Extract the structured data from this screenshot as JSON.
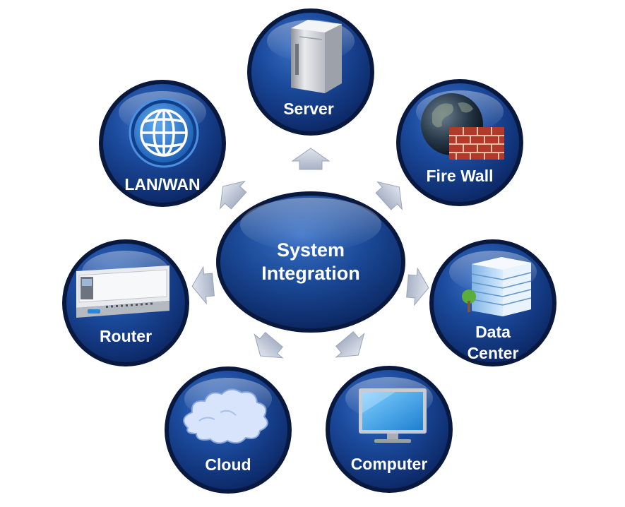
{
  "center": {
    "line1": "System",
    "line2": "Integration"
  },
  "nodes": {
    "server": {
      "label": "Server"
    },
    "firewall": {
      "label": "Fire Wall"
    },
    "datacenter": {
      "line1": "Data",
      "line2": "Center"
    },
    "computer": {
      "label": "Computer"
    },
    "cloud": {
      "label": "Cloud"
    },
    "router": {
      "label": "Router"
    },
    "lanwan": {
      "label": "LAN/WAN"
    }
  },
  "icons": [
    "server-icon",
    "globe-brick-wall-icon",
    "office-building-icon",
    "monitor-icon",
    "cloud-icon",
    "router-icon",
    "globe-icon"
  ],
  "colors": {
    "circle_dark": "#0d2a6b",
    "circle_mid": "#1a4a9e",
    "ring": "#0a1f52",
    "arrow": "#c3cbd9"
  }
}
